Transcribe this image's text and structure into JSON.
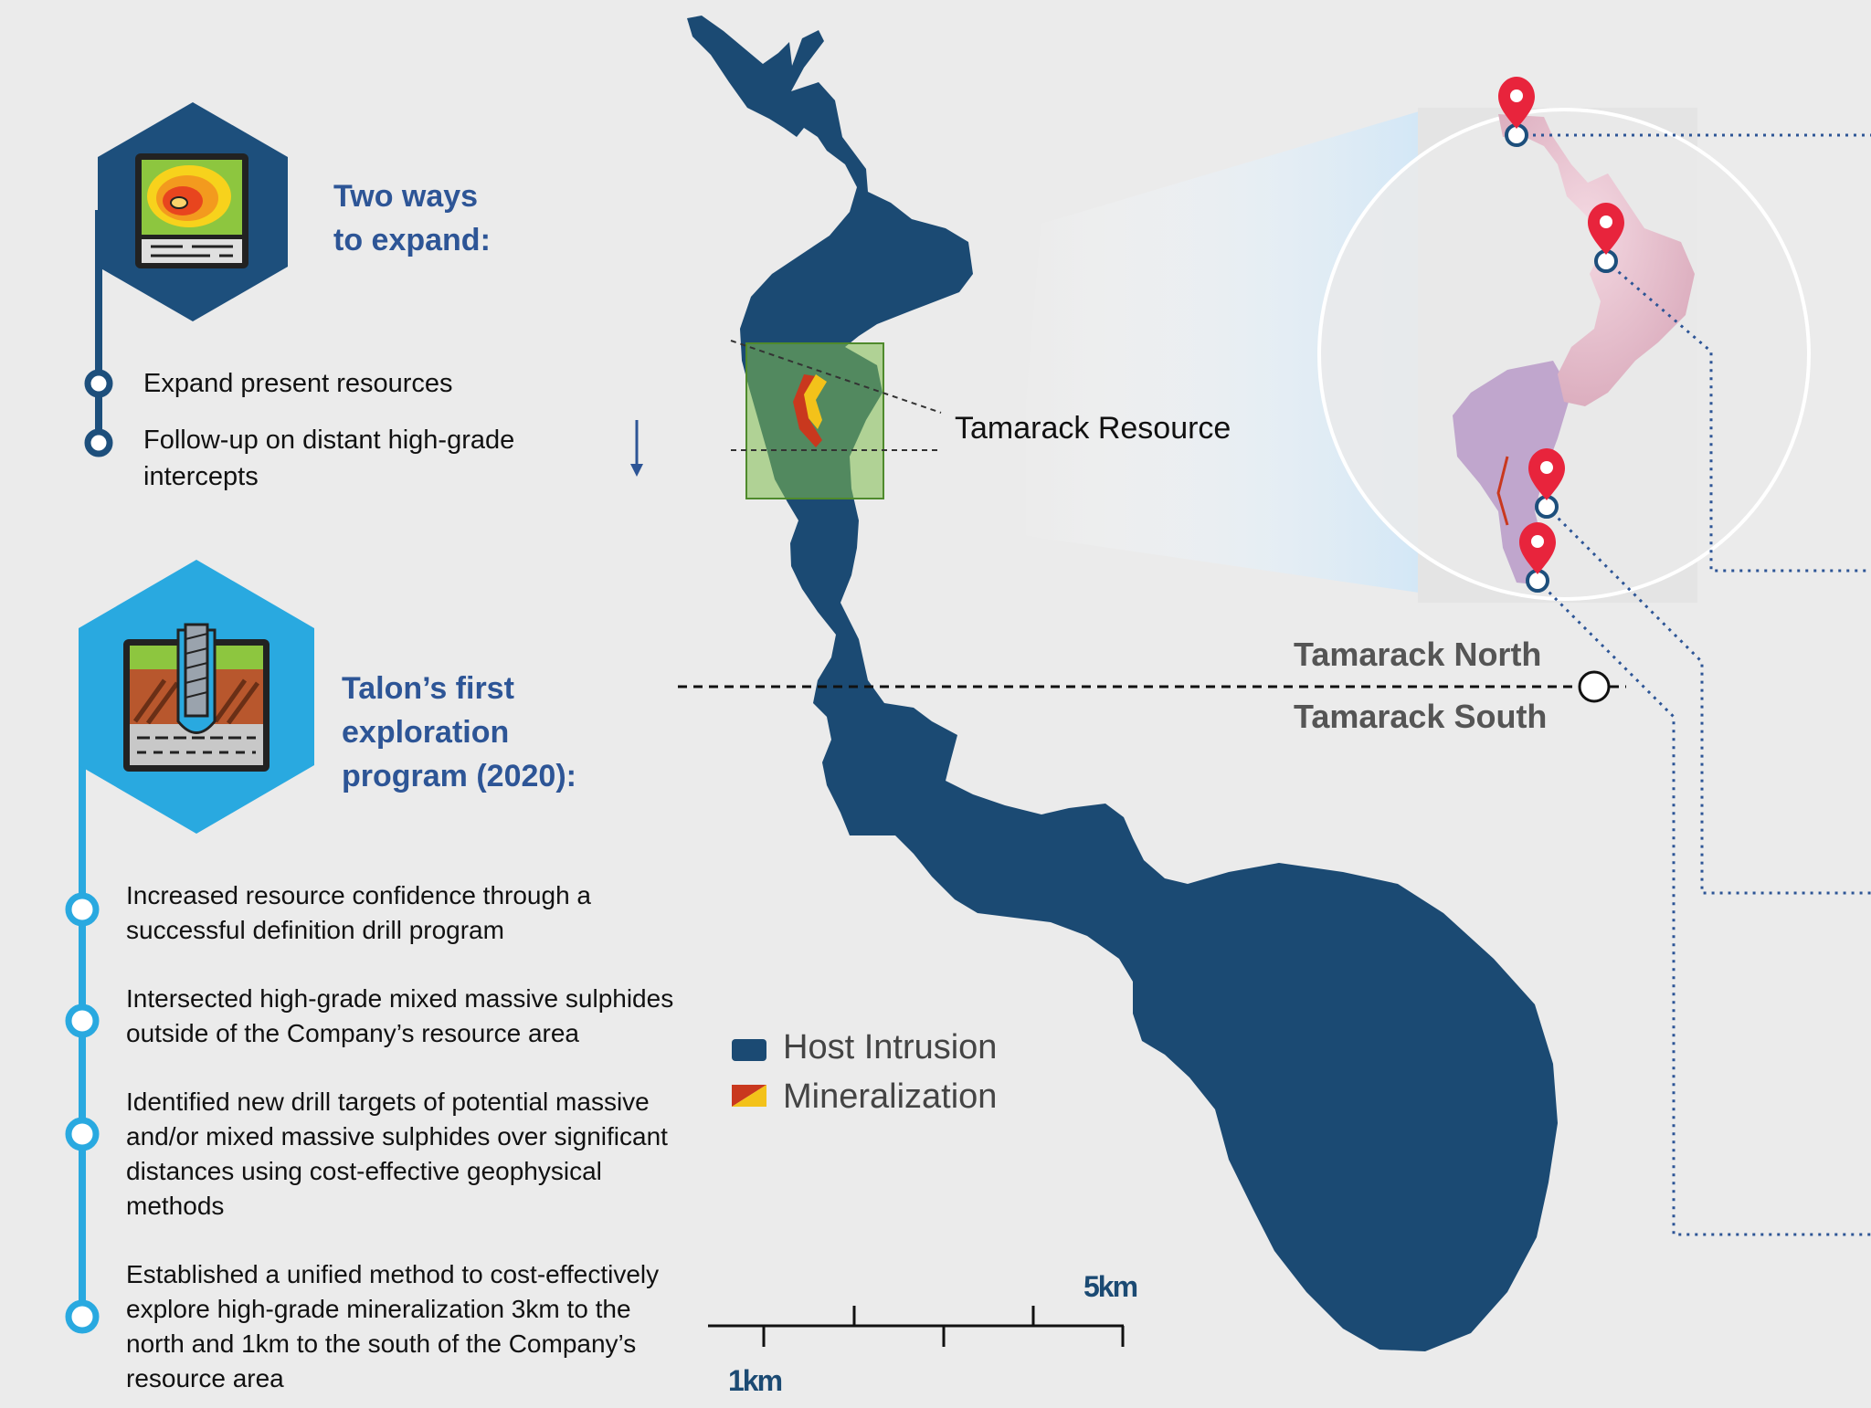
{
  "section_expand": {
    "heading_line1": "Two ways",
    "heading_line2": "to expand:",
    "icon": "contour-map-icon",
    "items": [
      "Expand present resources",
      "Follow-up on distant high-grade",
      "intercepts"
    ]
  },
  "section_program": {
    "heading_line1": "Talon’s first",
    "heading_line2": "exploration",
    "heading_line3": "program (2020):",
    "icon": "drill-core-icon",
    "items": [
      [
        "Increased resource confidence through a",
        "successful definition drill program"
      ],
      [
        "Intersected high-grade mixed massive sulphides",
        "outside of the Company’s resource area"
      ],
      [
        "Identified new drill targets of potential massive",
        "and/or mixed massive sulphides over significant",
        "distances using cost-effective geophysical",
        "methods"
      ],
      [
        "Established a unified method to cost-effectively",
        "explore high-grade mineralization 3km to the",
        "north and 1km to the south of the Company’s",
        "resource area"
      ]
    ]
  },
  "map": {
    "resource_label": "Tamarack Resource",
    "north_label": "Tamarack North",
    "south_label": "Tamarack South",
    "legend": {
      "host": "Host Intrusion",
      "mineralization": "Mineralization"
    },
    "scale": {
      "small": "1km",
      "large": "5km"
    },
    "colors": {
      "host_intrusion": "#1b4a73",
      "mineralization_red": "#c9381e",
      "mineralization_yellow": "#f3c21a",
      "resource_box": "#7fbe4f",
      "pin": "#e8243c",
      "accent_dark": "#1d4f7c",
      "accent_light": "#29a9e0"
    }
  }
}
